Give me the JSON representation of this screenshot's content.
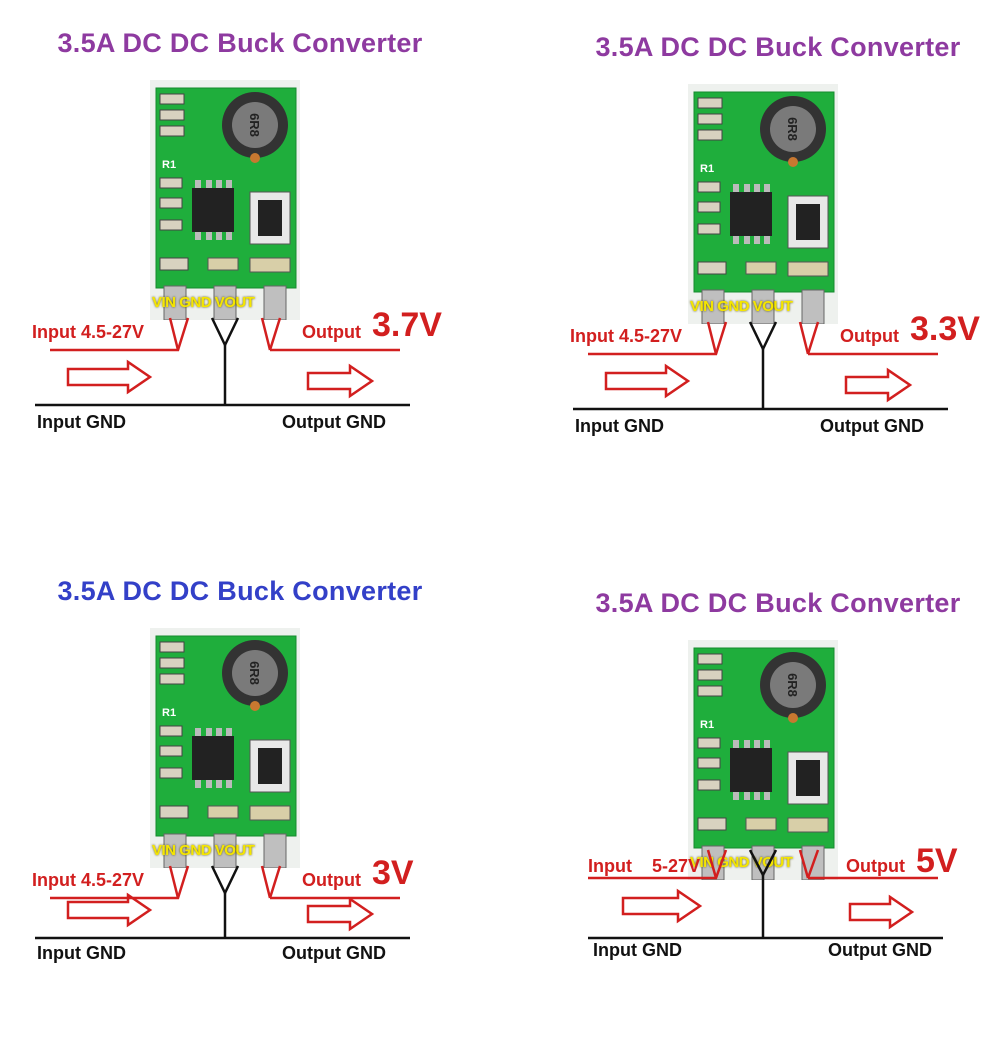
{
  "colors": {
    "title_purple": "#8e3aa0",
    "title_blue": "#3340c8",
    "label_red": "#d21f1f",
    "pin_yellow": "#f5e600",
    "pcb_green": "#1fae3c"
  },
  "icons": {
    "arrow": "outline-right-arrow-icon",
    "inductor": "inductor-6r8-icon"
  },
  "panels": [
    {
      "title": "3.5A DC DC Buck Converter",
      "title_color": "#8e3aa0",
      "pins": {
        "vin": "VIN",
        "gnd": "GND",
        "vout": "VOUT"
      },
      "input_label": "Input 4.5-27V",
      "output_label": "Output",
      "output_voltage": "3.7V",
      "input_gnd": "Input GND",
      "output_gnd": "Output  GND",
      "inductor_mark": "6R8",
      "resistor_mark": "R1"
    },
    {
      "title": "3.5A DC DC Buck Converter",
      "title_color": "#8e3aa0",
      "pins": {
        "vin": "VIN",
        "gnd": "GND",
        "vout": "VOUT"
      },
      "input_label": "Input 4.5-27V",
      "output_label": "Output",
      "output_voltage": "3.3V",
      "input_gnd": "Input GND",
      "output_gnd": "Output  GND",
      "inductor_mark": "6R8",
      "resistor_mark": "R1"
    },
    {
      "title": "3.5A DC DC Buck Converter",
      "title_color": "#3340c8",
      "pins": {
        "vin": "VIN",
        "gnd": "GND",
        "vout": "VOUT"
      },
      "input_label": "Input 4.5-27V",
      "output_label": "Output",
      "output_voltage": "3V",
      "input_gnd": "Input GND",
      "output_gnd": "Output  GND",
      "inductor_mark": "6R8",
      "resistor_mark": "R1"
    },
    {
      "title": "3.5A DC DC Buck Converter",
      "title_color": "#8e3aa0",
      "pins": {
        "vin": "VIN",
        "gnd": "GND",
        "vout": "VOUT"
      },
      "input_label": "Input    5-27V",
      "output_label": "Output",
      "output_voltage": "5V",
      "input_gnd": "Input GND",
      "output_gnd": "Output  GND",
      "inductor_mark": "6R8",
      "resistor_mark": "R1"
    }
  ]
}
